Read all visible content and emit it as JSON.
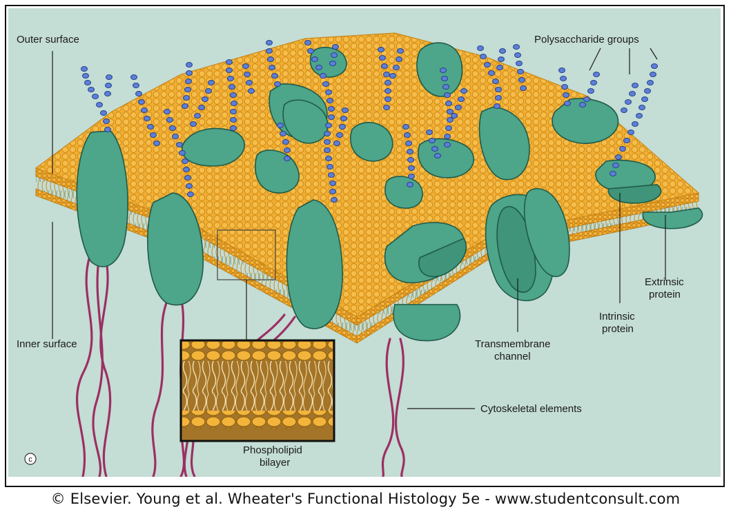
{
  "colors": {
    "background": "#c4ddd5",
    "membrane": "#f1ae32",
    "membrane_edge": "#c98614",
    "protein": "#4da58a",
    "protein_dark": "#2f7a63",
    "sugar": "#4d6fc8",
    "cytoskeleton": "#9c2f63",
    "inset_bg": "#a8782c"
  },
  "labels": {
    "outer_surface": "Outer surface",
    "polysaccharide_groups": "Polysaccharide groups",
    "inner_surface": "Inner surface",
    "extrinsic_line1": "Extrinsic",
    "extrinsic_line2": "protein",
    "intrinsic_line1": "Intrinsic",
    "intrinsic_line2": "protein",
    "transmembrane_line1": "Transmembrane",
    "transmembrane_line2": "channel",
    "cytoskeletal": "Cytoskeletal elements",
    "phospholipid_line1": "Phospholipid",
    "phospholipid_line2": "bilayer",
    "panel_letter": "c"
  },
  "credit": "© Elsevier. Young et al. Wheater's Functional Histology 5e - www.studentconsult.com"
}
